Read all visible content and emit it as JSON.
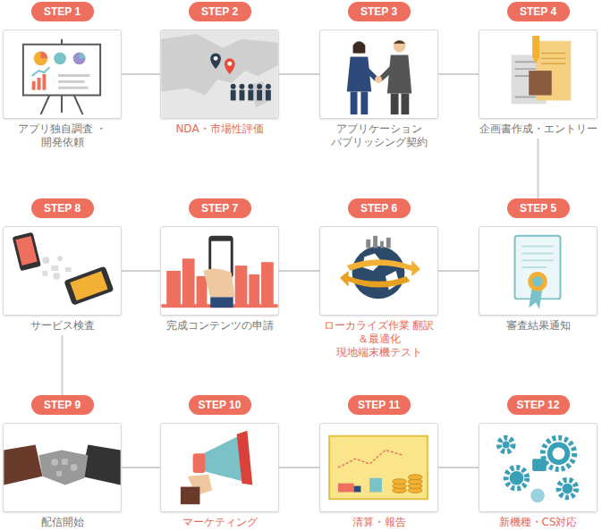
{
  "diagram": {
    "nodes": [
      {
        "text": [
          "STEP 1",
          "アプリ独自調査 ・開発依頼"
        ]
      },
      {
        "text": [
          "STEP 2",
          "NDA・市場性評価"
        ]
      },
      {
        "text": [
          "STEP 3",
          "アプリケーション パブリッシング契約"
        ]
      },
      {
        "text": [
          "STEP 4",
          "企画書作成・エントリー"
        ]
      },
      {
        "text": [
          "STEP 5",
          "審査結果通知"
        ]
      },
      {
        "text": [
          "STEP 6",
          "ローカライズ作業 翻訳＆最適化 現地端末機テスト"
        ]
      },
      {
        "text": [
          "STEP 7",
          "完成コンテンツの申請"
        ]
      },
      {
        "text": [
          "STEP 8",
          "サービス検査"
        ]
      },
      {
        "text": [
          "STEP 9",
          "配信開始"
        ]
      },
      {
        "text": [
          "STEP 10",
          "マーケティング"
        ]
      },
      {
        "text": [
          "STEP 11",
          "清算・報告"
        ]
      },
      {
        "text": [
          "STEP 12",
          "新機種・CS対応"
        ]
      }
    ],
    "edges": [
      {
        "from": 0,
        "to": 1,
        "arrow": "none"
      },
      {
        "from": 1,
        "to": 2,
        "arrow": "none"
      },
      {
        "from": 2,
        "to": 3,
        "arrow": "none"
      },
      {
        "from": 3,
        "to": 4,
        "arrow": "none"
      },
      {
        "from": 4,
        "to": 5,
        "arrow": "none"
      },
      {
        "from": 5,
        "to": 6,
        "arrow": "none"
      },
      {
        "from": 6,
        "to": 7,
        "arrow": "none"
      },
      {
        "from": 7,
        "to": 8,
        "arrow": "none"
      },
      {
        "from": 8,
        "to": 9,
        "arrow": "none"
      },
      {
        "from": 9,
        "to": 10,
        "arrow": "none"
      },
      {
        "from": 10,
        "to": 11,
        "arrow": "none"
      }
    ]
  }
}
